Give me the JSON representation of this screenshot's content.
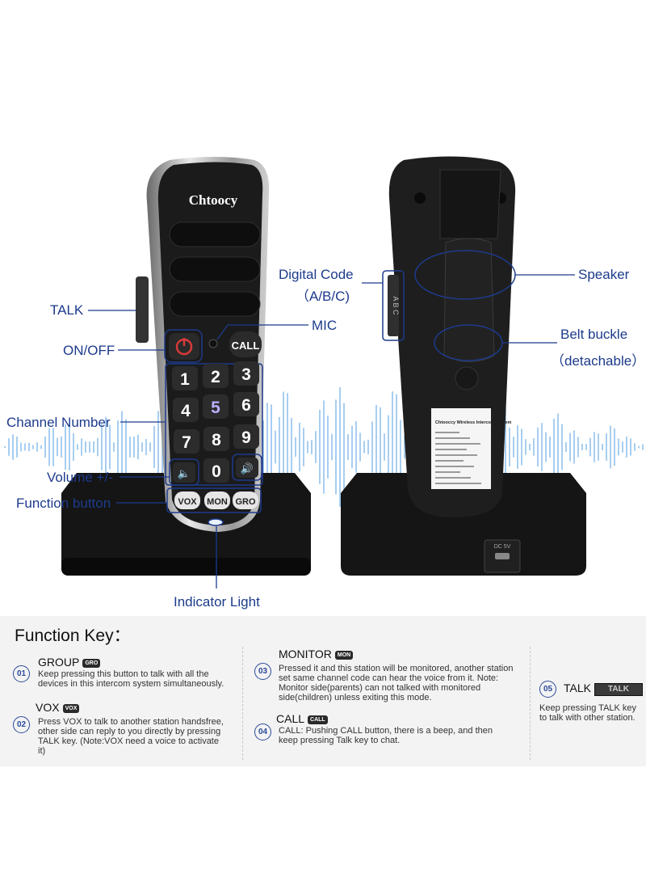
{
  "callouts": {
    "talk": "TALK",
    "on_off": "ON/OFF",
    "channel_number": "Channel Number",
    "volume": "Volume +/-",
    "function_button": "Function button",
    "indicator_light": "Indicator Light",
    "digital_code_1": "Digital Code",
    "digital_code_2": "（A/B/C)",
    "mic": "MIC",
    "speaker": "Speaker",
    "belt_buckle_1": "Belt buckle",
    "belt_buckle_2": "（detachable）"
  },
  "device_front": {
    "brand": "Chtoocy",
    "call_key": "CALL",
    "keys": [
      "1",
      "2",
      "3",
      "4",
      "5",
      "6",
      "7",
      "8",
      "9",
      "0"
    ],
    "function_keys": [
      "VOX",
      "MON",
      "GRO"
    ]
  },
  "device_back": {
    "abc": "A B C",
    "label_title": "Chtooccy Wireless Intercom system",
    "dc_label": "DC 5V"
  },
  "function_key": {
    "title": "Function Key：",
    "items": [
      {
        "num": "01",
        "name": "GROUP",
        "badge": "GRO",
        "desc": "Keep pressing this button to talk with all the devices in this intercom system simultaneously."
      },
      {
        "num": "02",
        "name": "VOX",
        "badge": "VOX",
        "desc": "Press VOX to talk to another station handsfree, other side can reply to you directly by pressing TALK key. (Note:VOX need a voice to activate it)"
      },
      {
        "num": "03",
        "name": "MONITOR",
        "badge": "MON",
        "desc": "Pressed it and this station will be monitored, another station set same channel code can hear the voice from it. Note: Monitor side(parents) can not talked with monitored side(children) unless exiting this mode."
      },
      {
        "num": "04",
        "name": "CALL",
        "badge": "CALL",
        "desc": "CALL: Pushing CALL button, there is a beep, and then keep pressing Talk key to chat."
      },
      {
        "num": "05",
        "name": "TALK",
        "badge": "TALK",
        "desc": "Keep pressing TALK key to talk with other station."
      }
    ]
  },
  "colors": {
    "accent": "#1d3b8c",
    "device": "#1b1b1b",
    "power": "#d83a3a",
    "wave": "#5aa7e8"
  }
}
